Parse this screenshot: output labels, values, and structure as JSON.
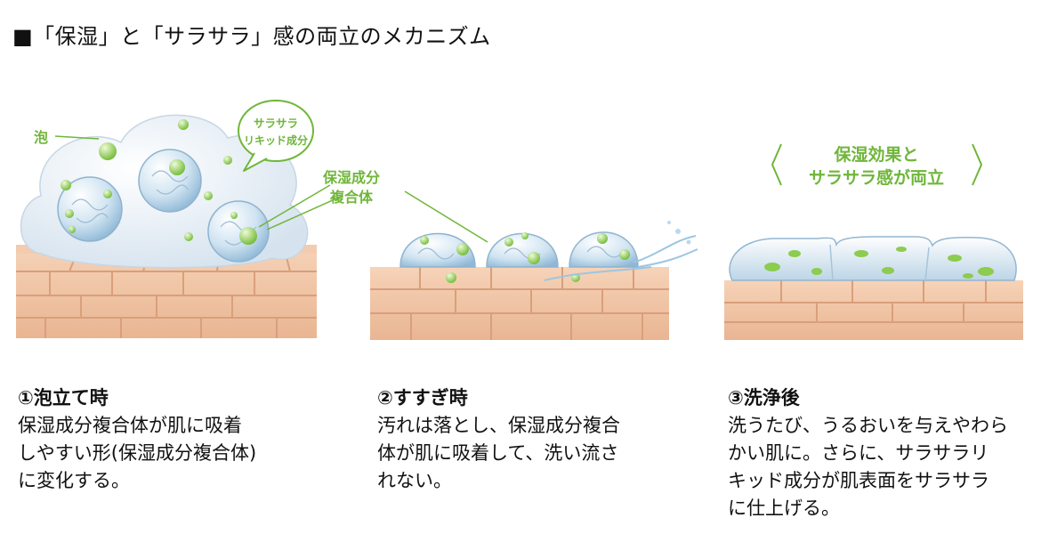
{
  "title": "■「保湿」と「サラサラ」感の両立のメカニズム",
  "panels": [
    {
      "labels": {
        "foam": "泡",
        "bubble_line1": "サラサラ",
        "bubble_line2": "リキッド成分",
        "complex_line1": "保湿成分",
        "complex_line2": "複合体"
      },
      "caption": {
        "heading": "①泡立て時",
        "lines": [
          "保湿成分複合体が肌に吸着",
          "しやすい形(保湿成分複合体)",
          "に変化する。"
        ]
      }
    },
    {
      "caption": {
        "heading": "②すすぎ時",
        "lines": [
          "汚れは落とし、保湿成分複合",
          "体が肌に吸着して、洗い流さ",
          "れない。"
        ]
      }
    },
    {
      "labels": {
        "result_line1": "保湿効果と",
        "result_line2": "サラサラ感が両立"
      },
      "caption": {
        "heading": "③洗浄後",
        "lines": [
          "洗うたび、うるおいを与えやわら",
          "かい肌に。さらに、サラサラリ",
          "キッド成分が肌表面をサラサラ",
          "に仕上げる。"
        ]
      }
    }
  ],
  "colors": {
    "accent_green": "#6fb63a",
    "skin": "#f0c6a6",
    "skin_dark": "#e6ad88",
    "foam": "#e8f0f8",
    "droplet": "#bcd9ec"
  }
}
